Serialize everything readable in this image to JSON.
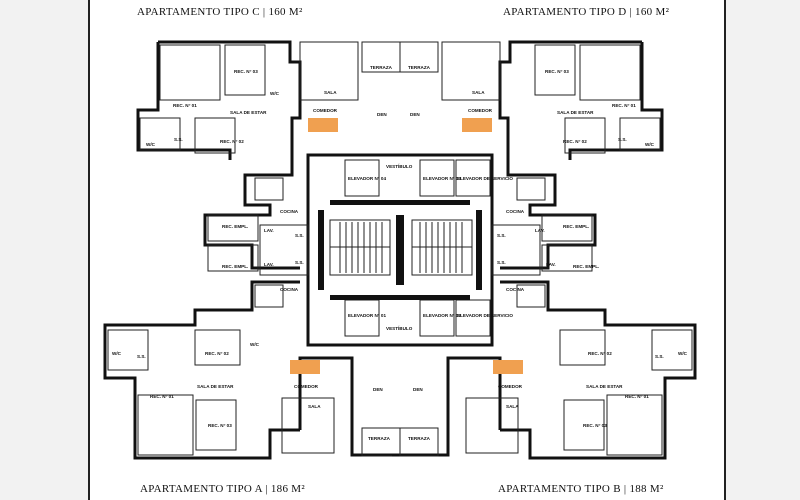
{
  "titles": {
    "c": "APARTAMENTO TIPO C | 160 M²",
    "d": "APARTAMENTO TIPO D | 160 M²",
    "a": "APARTAMENTO TIPO A | 186 M²",
    "b": "APARTAMENTO TIPO B | 188 M²"
  },
  "labels": {
    "terraza": "TERRAZA",
    "sala": "SALA",
    "den": "DEN",
    "comedor": "COMEDOR",
    "sala_estar": "SALA DE ESTAR",
    "rec1": "REC. N° 01",
    "rec2": "REC. N° 02",
    "rec3": "REC. N° 03",
    "ss": "S.S.",
    "wc": "W/C",
    "vestibulo": "VESTÍBULO",
    "elev1": "ELEVADOR N° 01",
    "elev2": "ELEVADOR N° 02",
    "elev3": "ELEVADOR N° 03",
    "elev4": "ELEVADOR N° 04",
    "elev_serv": "ELEVADOR DE SERVICIO",
    "cocina": "COCINA",
    "rec_empl": "REC. EMPL.",
    "lav": "LAV."
  },
  "colors": {
    "wall": "#111111",
    "table": "#f0a050",
    "paper": "#ffffff",
    "background": "#f2f2f2"
  }
}
